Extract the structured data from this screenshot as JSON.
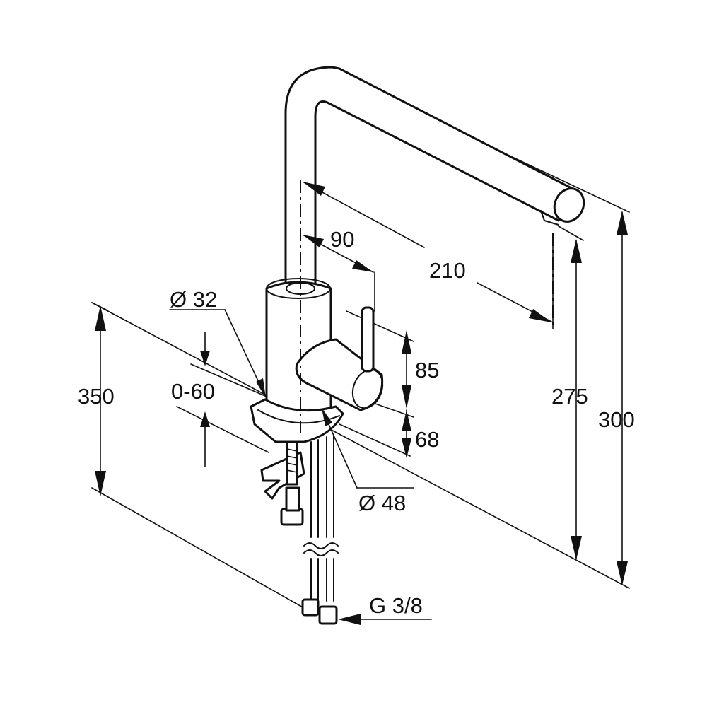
{
  "dimensions": {
    "d32": "Ø 32",
    "d90": "90",
    "d210": "210",
    "d85": "85",
    "d68": "68",
    "d275": "275",
    "d300": "300",
    "d350": "350",
    "d060": "0-60",
    "d48": "Ø 48",
    "g38": "G 3/8"
  },
  "colors": {
    "line": "#111111",
    "background": "#ffffff"
  }
}
